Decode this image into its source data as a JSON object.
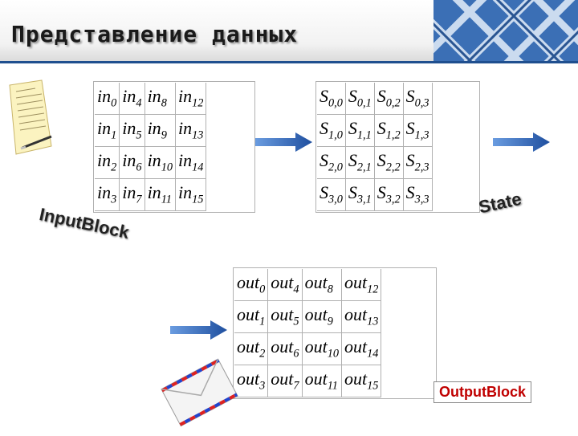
{
  "header": {
    "title": "Представление данных"
  },
  "input_block": {
    "label": "InputBlock",
    "rows": [
      [
        {
          "base": "in",
          "sub": "0"
        },
        {
          "base": "in",
          "sub": "4"
        },
        {
          "base": "in",
          "sub": "8"
        },
        {
          "base": "in",
          "sub": "12"
        }
      ],
      [
        {
          "base": "in",
          "sub": "1"
        },
        {
          "base": "in",
          "sub": "5"
        },
        {
          "base": "in",
          "sub": "9"
        },
        {
          "base": "in",
          "sub": "13"
        }
      ],
      [
        {
          "base": "in",
          "sub": "2"
        },
        {
          "base": "in",
          "sub": "6"
        },
        {
          "base": "in",
          "sub": "10"
        },
        {
          "base": "in",
          "sub": "14"
        }
      ],
      [
        {
          "base": "in",
          "sub": "3"
        },
        {
          "base": "in",
          "sub": "7"
        },
        {
          "base": "in",
          "sub": "11"
        },
        {
          "base": "in",
          "sub": "15"
        }
      ]
    ]
  },
  "state": {
    "label": "State",
    "rows": [
      [
        {
          "base": "S",
          "sub": "0,0"
        },
        {
          "base": "S",
          "sub": "0,1"
        },
        {
          "base": "S",
          "sub": "0,2"
        },
        {
          "base": "S",
          "sub": "0,3"
        }
      ],
      [
        {
          "base": "S",
          "sub": "1,0"
        },
        {
          "base": "S",
          "sub": "1,1"
        },
        {
          "base": "S",
          "sub": "1,2"
        },
        {
          "base": "S",
          "sub": "1,3"
        }
      ],
      [
        {
          "base": "S",
          "sub": "2,0"
        },
        {
          "base": "S",
          "sub": "2,1"
        },
        {
          "base": "S",
          "sub": "2,2"
        },
        {
          "base": "S",
          "sub": "2,3"
        }
      ],
      [
        {
          "base": "S",
          "sub": "3,0"
        },
        {
          "base": "S",
          "sub": "3,1"
        },
        {
          "base": "S",
          "sub": "3,2"
        },
        {
          "base": "S",
          "sub": "3,3"
        }
      ]
    ]
  },
  "output_block": {
    "label": "OutputBlock",
    "rows": [
      [
        {
          "base": "out",
          "sub": "0"
        },
        {
          "base": "out",
          "sub": "4"
        },
        {
          "base": "out",
          "sub": "8"
        },
        {
          "base": "out",
          "sub": "12"
        }
      ],
      [
        {
          "base": "out",
          "sub": "1"
        },
        {
          "base": "out",
          "sub": "5"
        },
        {
          "base": "out",
          "sub": "9"
        },
        {
          "base": "out",
          "sub": "13"
        }
      ],
      [
        {
          "base": "out",
          "sub": "2"
        },
        {
          "base": "out",
          "sub": "6"
        },
        {
          "base": "out",
          "sub": "10"
        },
        {
          "base": "out",
          "sub": "14"
        }
      ],
      [
        {
          "base": "out",
          "sub": "3"
        },
        {
          "base": "out",
          "sub": "7"
        },
        {
          "base": "out",
          "sub": "11"
        },
        {
          "base": "out",
          "sub": "15"
        }
      ]
    ]
  },
  "icons": {
    "document": "document-icon",
    "envelope": "envelope-icon",
    "arrow": "arrow-right-icon",
    "logo": "woven-pattern-logo"
  },
  "colors": {
    "arrow": "#1f4f9f",
    "output_label": "#c00000",
    "divider": "#1f4f8f"
  }
}
